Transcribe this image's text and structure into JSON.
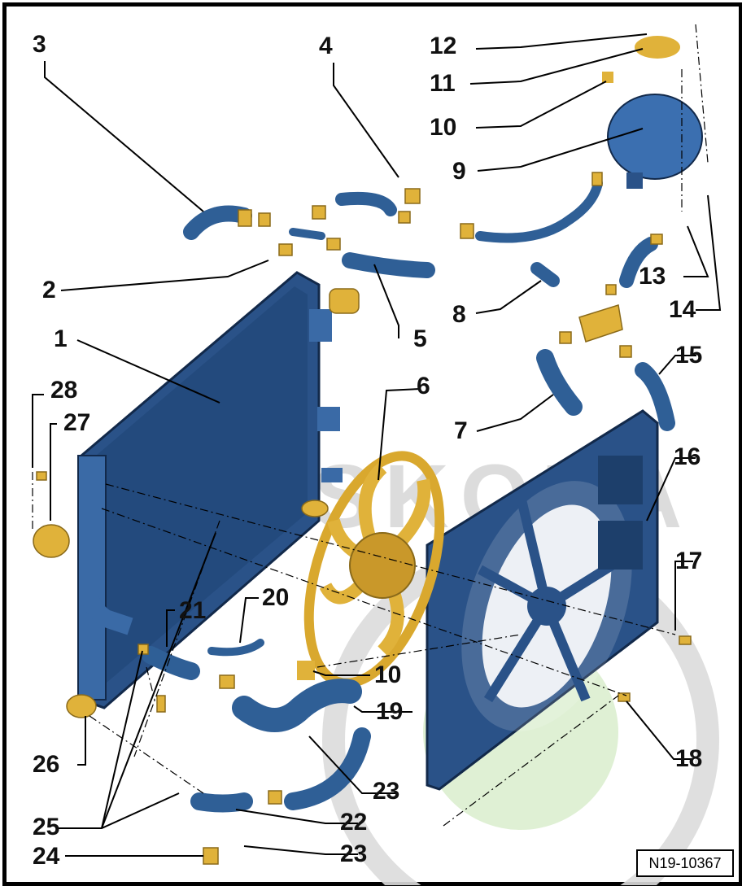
{
  "figure_id": "N19-10367",
  "watermark": "SKODA",
  "callouts": [
    "1",
    "2",
    "3",
    "4",
    "5",
    "6",
    "7",
    "8",
    "9",
    "10",
    "10",
    "11",
    "12",
    "13",
    "14",
    "15",
    "16",
    "17",
    "18",
    "19",
    "20",
    "21",
    "22",
    "23",
    "23",
    "24",
    "25",
    "26",
    "27",
    "28"
  ],
  "colors": {
    "part_blue": "#2f5f96",
    "part_blue_dark": "#1d3f6b",
    "part_gold": "#e0b23a",
    "watermark": "#d8d8d8",
    "watermark_green": "#d7ecc8"
  }
}
